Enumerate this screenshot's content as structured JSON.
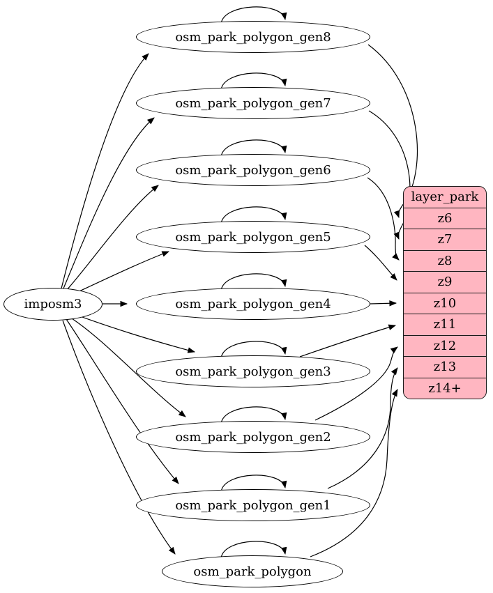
{
  "diagram": {
    "type": "graphviz-dependency-graph",
    "background": "#ffffff",
    "source": {
      "label": "imposm3"
    },
    "tables": [
      {
        "label": "osm_park_polygon_gen8",
        "feeds_zoom": "z6"
      },
      {
        "label": "osm_park_polygon_gen7",
        "feeds_zoom": "z7"
      },
      {
        "label": "osm_park_polygon_gen6",
        "feeds_zoom": "z8"
      },
      {
        "label": "osm_park_polygon_gen5",
        "feeds_zoom": "z9"
      },
      {
        "label": "osm_park_polygon_gen4",
        "feeds_zoom": "z10"
      },
      {
        "label": "osm_park_polygon_gen3",
        "feeds_zoom": "z11"
      },
      {
        "label": "osm_park_polygon_gen2",
        "feeds_zoom": "z12"
      },
      {
        "label": "osm_park_polygon_gen1",
        "feeds_zoom": "z13"
      },
      {
        "label": "osm_park_polygon",
        "feeds_zoom": "z14+"
      }
    ],
    "layer": {
      "title": "layer_park",
      "zoom_rows": [
        "z6",
        "z7",
        "z8",
        "z9",
        "z10",
        "z11",
        "z12",
        "z13",
        "z14+"
      ]
    },
    "colors": {
      "layer_fill": "#ffb6c1",
      "node_fill": "#ffffff",
      "edge_stroke": "#000000",
      "border": "#1a1a1a"
    }
  }
}
